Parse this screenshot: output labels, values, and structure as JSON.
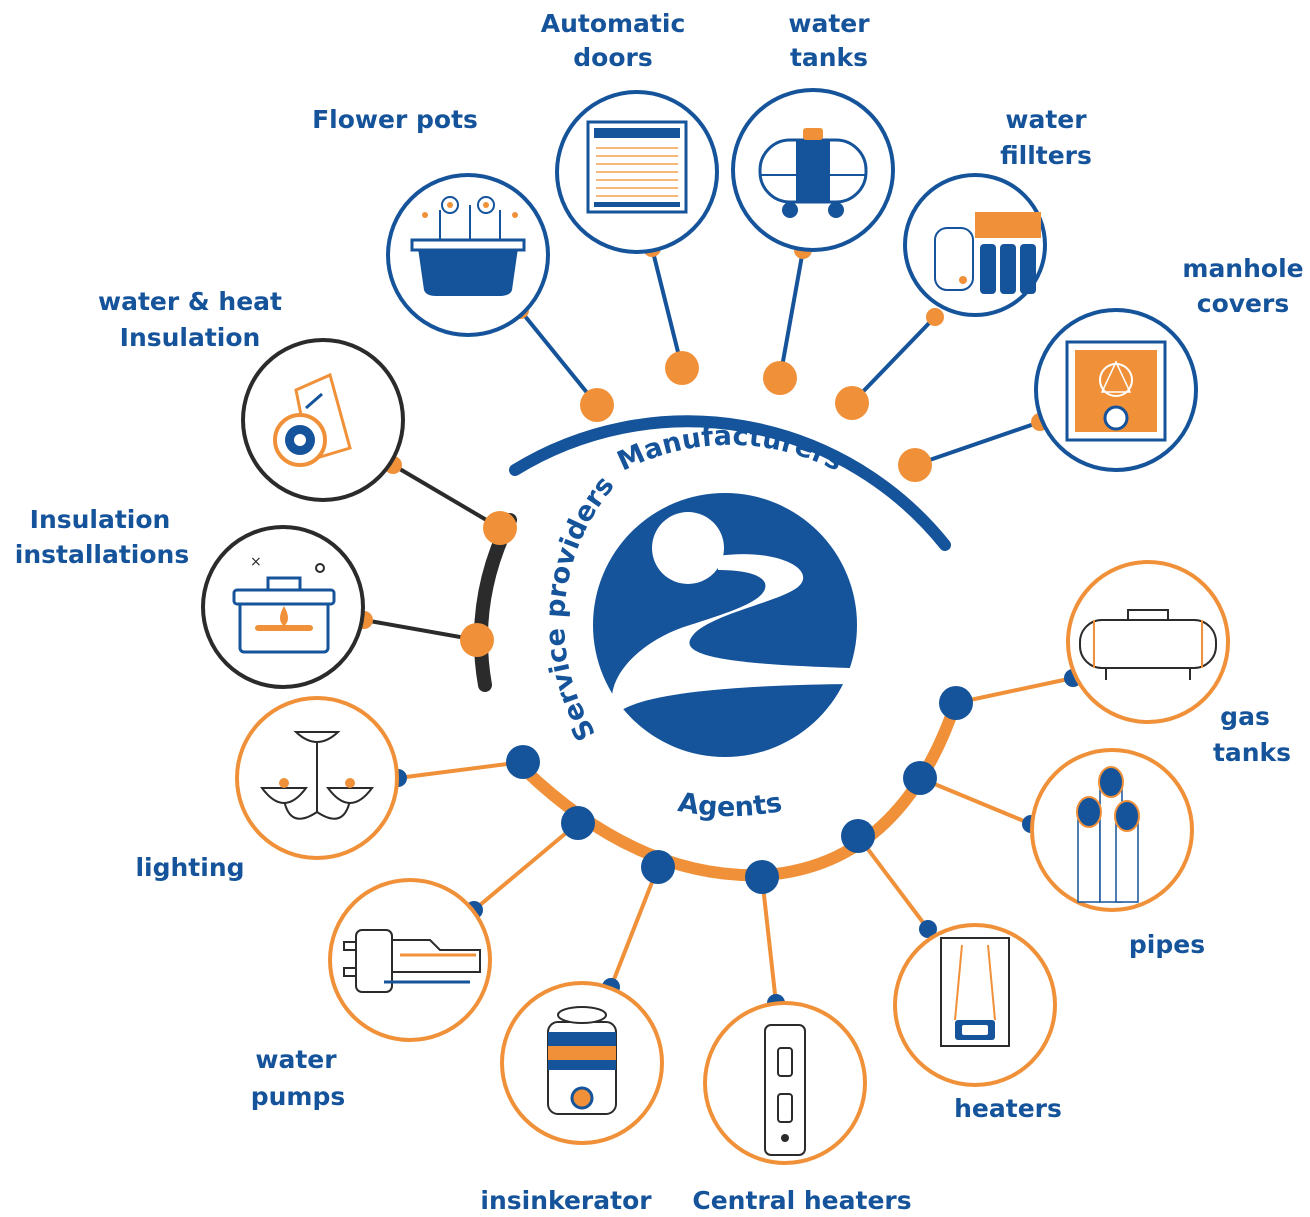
{
  "center": {
    "groups": {
      "manufacturers": "Manufacturers",
      "service_providers": "Service providers",
      "agents": "Agents"
    }
  },
  "colors": {
    "blue": "#15539a",
    "orange": "#f0913a",
    "dark": "#2b2b2b",
    "light_orange": "#f4b77c"
  },
  "items": {
    "flower_pots": {
      "line1": "Flower pots",
      "line2": "",
      "icon": "flower-pot-icon"
    },
    "automatic_doors": {
      "line1": "Automatic",
      "line2": "doors",
      "icon": "roller-door-icon"
    },
    "water_tanks": {
      "line1": "water",
      "line2": "tanks",
      "icon": "water-tank-icon"
    },
    "water_filters": {
      "line1": "water",
      "line2": "fillters",
      "icon": "water-filter-icon"
    },
    "manhole_covers": {
      "line1": "manhole",
      "line2": "covers",
      "icon": "manhole-cover-icon"
    },
    "water_heat_insulation": {
      "line1": "water & heat",
      "line2": "Insulation",
      "icon": "insulation-roll-icon"
    },
    "insulation_installations": {
      "line1": "Insulation",
      "line2": "installations",
      "icon": "toolbox-icon"
    },
    "gas_tanks": {
      "line1": "gas",
      "line2": "tanks",
      "icon": "gas-tank-icon"
    },
    "pipes": {
      "line1": "pipes",
      "line2": "",
      "icon": "pipes-icon"
    },
    "heaters": {
      "line1": "heaters",
      "line2": "",
      "icon": "water-heater-icon"
    },
    "central_heaters": {
      "line1": "Central heaters",
      "line2": "",
      "icon": "central-heater-icon"
    },
    "insinkerator": {
      "line1": "insinkerator",
      "line2": "",
      "icon": "garbage-disposal-icon"
    },
    "water_pumps": {
      "line1": "water",
      "line2": "pumps",
      "icon": "water-pump-icon"
    },
    "lighting": {
      "line1": "lighting",
      "line2": "",
      "icon": "chandelier-icon"
    }
  }
}
